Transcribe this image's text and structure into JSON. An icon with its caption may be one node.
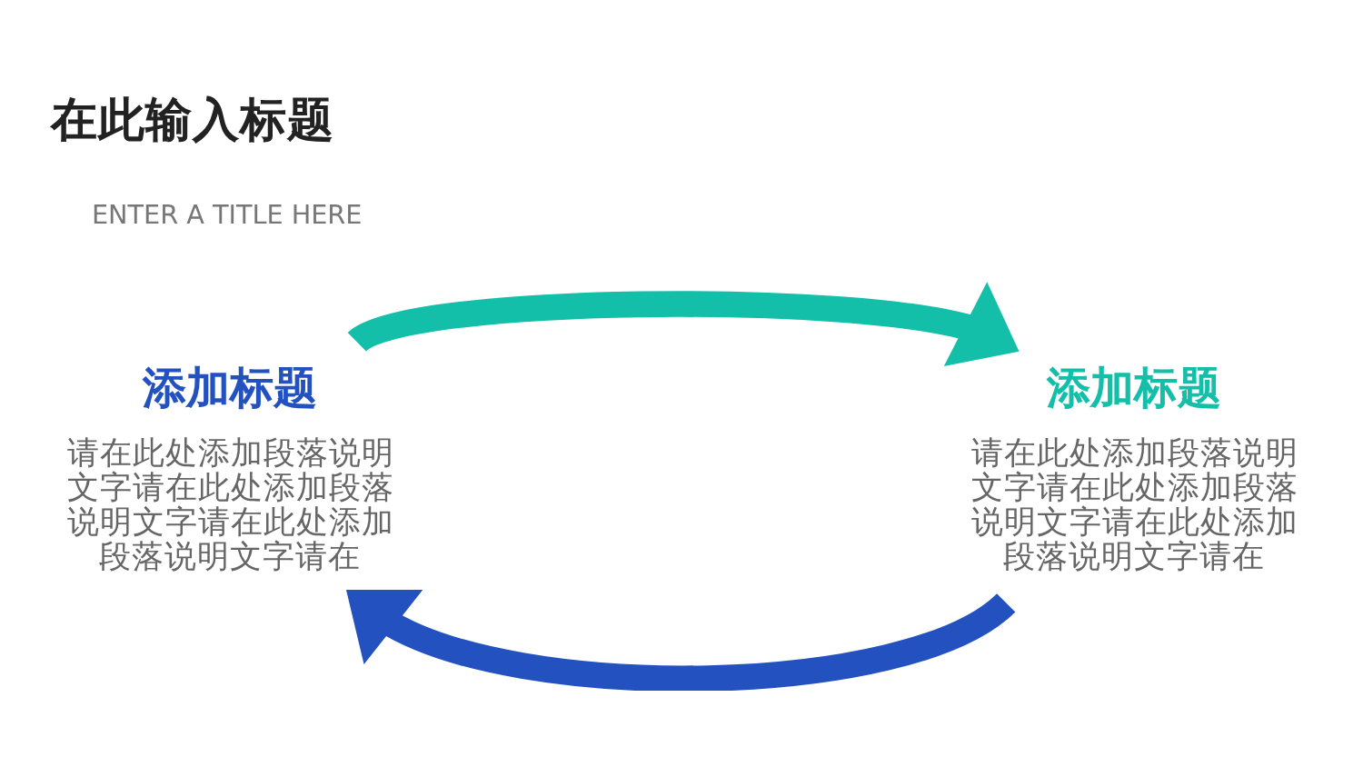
{
  "diagram": {
    "title": "在此输入标题",
    "nodes": [
      {
        "text": [
          "添加标题",
          "请在此处添加段落说明文字请在此处添加段落说明文字请在此处添加段落说明文字请在"
        ]
      },
      {
        "text": [
          "添加标题",
          "请在此处添加段落说明文字请在此处添加段落说明文字请在此处添加段落说明文字请在"
        ]
      }
    ],
    "edges": [
      {
        "from": 0,
        "to": 1,
        "arrow": "to",
        "color": "#13bfa8"
      },
      {
        "from": 1,
        "to": 0,
        "arrow": "to",
        "color": "#2352c0"
      }
    ],
    "labels": [
      "ENTER A TITLE HERE"
    ]
  }
}
